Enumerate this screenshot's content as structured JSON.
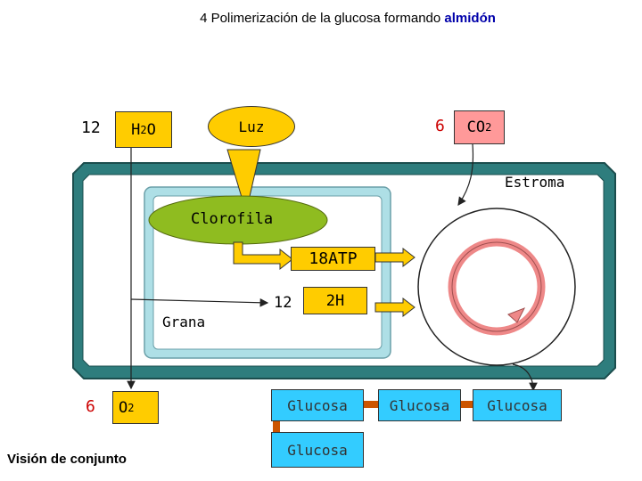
{
  "title": {
    "prefix": "4 Polimerización de la glucosa formando",
    "highlight": "almidón"
  },
  "caption": "Visión de conjunto",
  "inputs": {
    "water_count": "12",
    "water_formula": {
      "main": "H",
      "sub": "2",
      "tail": "O"
    },
    "light": "Luz",
    "co2_count": "6",
    "co2_formula": {
      "main": "CO",
      "sub": "2"
    }
  },
  "chloroplast": {
    "stroma_label": "Estroma",
    "grana_label": "Grana",
    "chlorophyll_label": "Clorofila"
  },
  "products": {
    "atp": "18ATP",
    "h_count": "12",
    "h_label": "2H",
    "o2_count": "6",
    "o2_formula": {
      "main": "O",
      "sub": "2"
    }
  },
  "glucose": {
    "units": [
      "Glucosa",
      "Glucosa",
      "Glucosa",
      "Glucosa"
    ]
  },
  "colors": {
    "chloroplast_fill": "#2e7d7d",
    "stroma_fill": "#ffffff",
    "thylakoid_fill": "#aedfe6",
    "chlorophyll_fill": "#8fbc20",
    "yellow": "#ffcc00",
    "co2_fill": "#ff9999",
    "glucose_fill": "#33ccff",
    "calvin_ring": "#ee8888",
    "link_brown": "#cc5500"
  }
}
